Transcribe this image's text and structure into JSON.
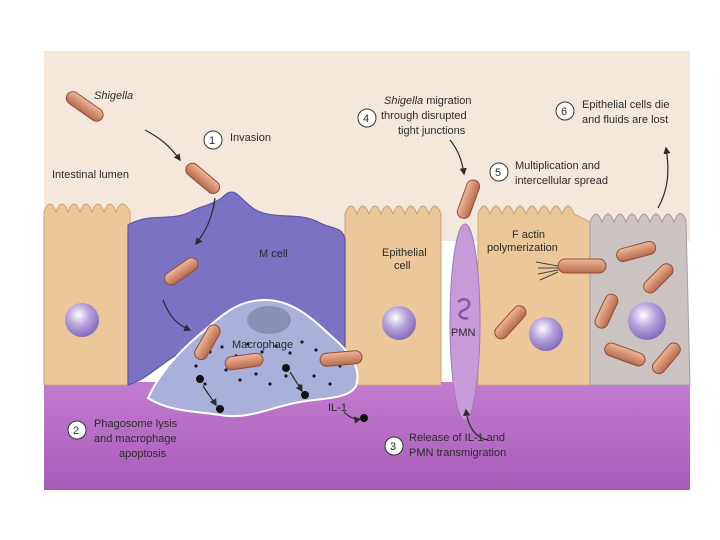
{
  "labels": {
    "shigella": "Shigella",
    "intestinal_lumen": "Intestinal lumen",
    "m_cell": "M cell",
    "macrophage": "Macrophage",
    "epithelial_cell_1": "Epithelial",
    "epithelial_cell_2": "cell",
    "pmn": "PMN",
    "f_actin_1": "F actin",
    "f_actin_2": "polymerization",
    "il1": "IL-1"
  },
  "steps": [
    {
      "number": "1",
      "lines": [
        "Invasion"
      ]
    },
    {
      "number": "2",
      "lines": [
        "Phagosome lysis",
        "and macrophage",
        "apoptosis"
      ]
    },
    {
      "number": "3",
      "lines": [
        "Release of IL-1 and",
        "PMN transmigration"
      ]
    },
    {
      "number": "4",
      "italic": "Shigella",
      "lines": [
        " migration",
        "through disrupted",
        "tight junctions"
      ]
    },
    {
      "number": "5",
      "lines": [
        "Multiplication and",
        "intercellular spread"
      ]
    },
    {
      "number": "6",
      "lines": [
        "Epithelial cells die",
        "and fluids are lost"
      ]
    }
  ],
  "colors": {
    "lumen": "#f4e8dc",
    "submucosa": "#b86cc4",
    "epithelial": "#ecc79a",
    "m_cell": "#7b72c4",
    "macrophage": "#a9b0d9",
    "dying_cell": "#c8c0c0",
    "bacterium": "#d78a6a",
    "nucleus": "#a98fd0",
    "pmn": "#c79ad8"
  }
}
